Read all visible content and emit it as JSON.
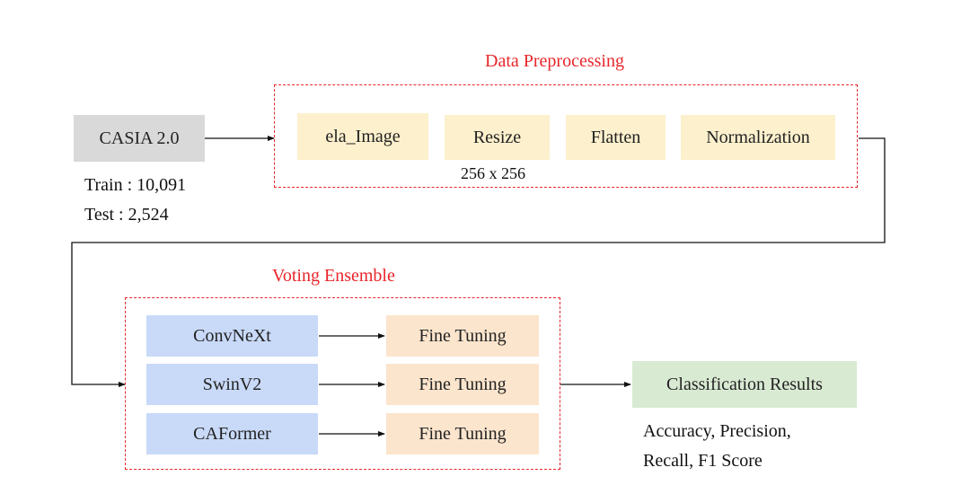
{
  "colors": {
    "source_bg": "#d9d9d9",
    "preprocess_bg": "#fdf0cd",
    "model_bg": "#c9daf8",
    "finetune_bg": "#fce5cd",
    "result_bg": "#d9ead3",
    "title_red": "#e8262b",
    "dashed_red": "#e8262b",
    "line": "#111111"
  },
  "source": {
    "label": "CASIA 2.0",
    "train": "Train : 10,091",
    "test": "Test : 2,524"
  },
  "preprocessing": {
    "title": "Data Preprocessing",
    "steps": [
      "ela_Image",
      "Resize",
      "Flatten",
      "Normalization"
    ],
    "resize_note": "256 x 256"
  },
  "ensemble": {
    "title": "Voting Ensemble",
    "models": [
      "ConvNeXt",
      "SwinV2",
      "CAFormer"
    ],
    "fine_tuning": [
      "Fine Tuning",
      "Fine Tuning",
      "Fine Tuning"
    ]
  },
  "results": {
    "label": "Classification Results",
    "metrics_line1": "Accuracy, Precision,",
    "metrics_line2": "Recall, F1 Score"
  }
}
